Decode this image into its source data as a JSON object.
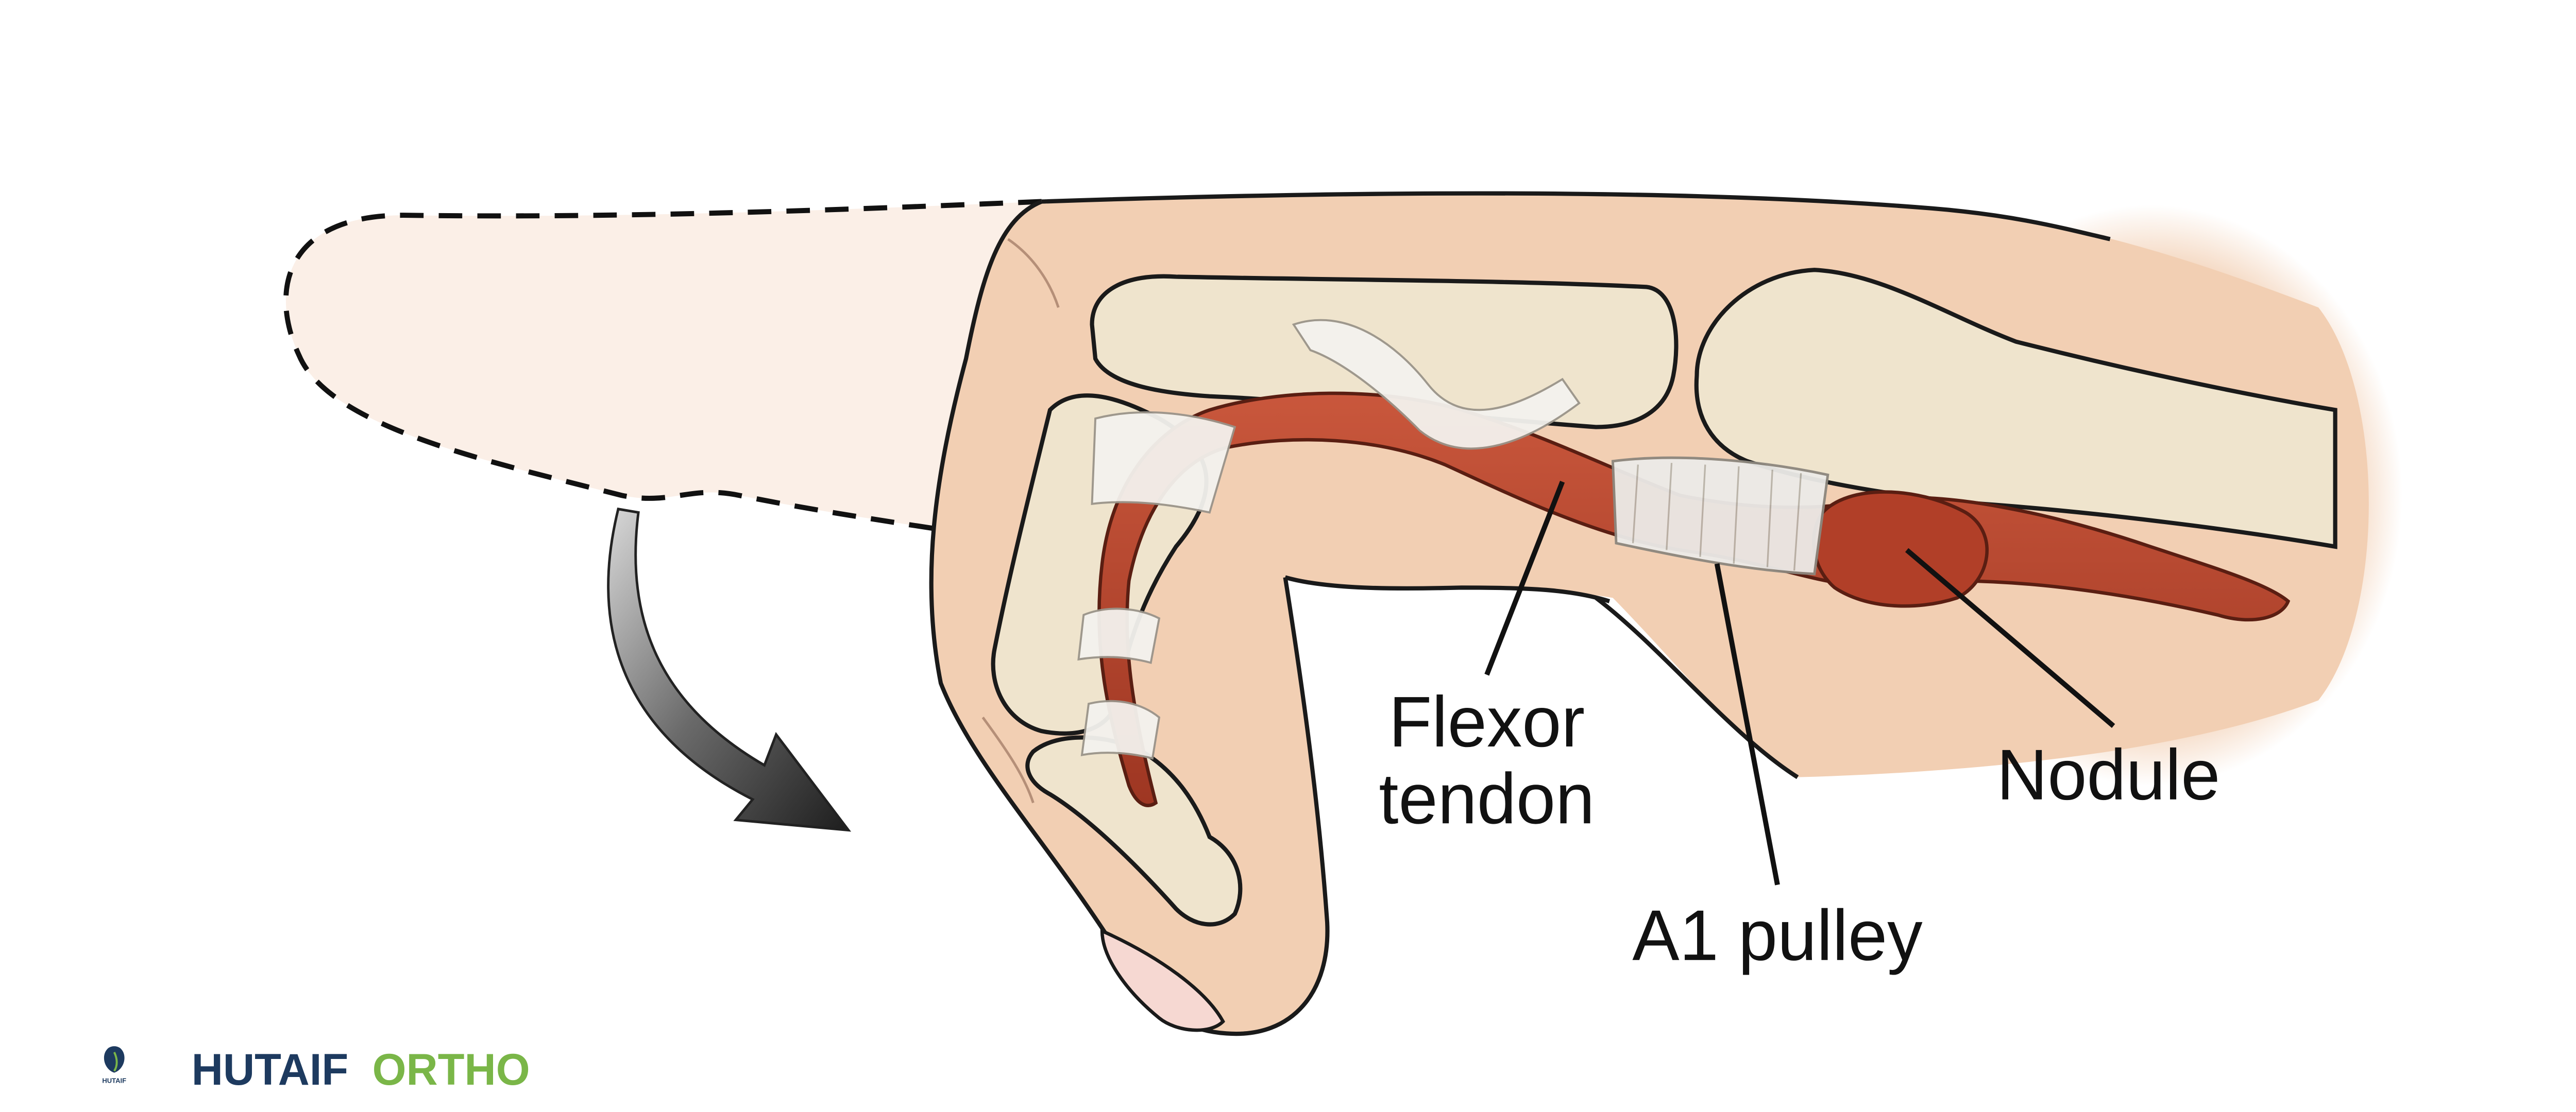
{
  "labels": {
    "flexor_line1": "Flexor",
    "flexor_line2": "tendon",
    "a1_pulley": "A1 pulley",
    "nodule": "Nodule"
  },
  "brand": {
    "name_part1": "HUTAIF",
    "name_part2": "ORTHO",
    "logo_small_text": "HUTAIF",
    "color_part1": "#1d3a5f",
    "color_part2": "#7ab648"
  },
  "colors": {
    "skin": "#f2cfb3",
    "skin_light": "#fbefe7",
    "bone": "#efe4cd",
    "tendon": "#b8452e",
    "ligament": "#f4f2ee",
    "outline": "#1a1a1a"
  },
  "icons": [
    "curved-arrow-icon",
    "logo-icon"
  ]
}
